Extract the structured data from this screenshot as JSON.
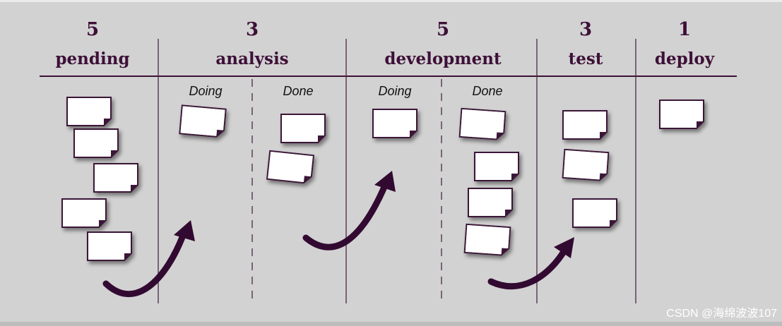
{
  "columns": [
    {
      "wip": "5",
      "name": "pending"
    },
    {
      "wip": "3",
      "name": "analysis",
      "sub": [
        "Doing",
        "Done"
      ]
    },
    {
      "wip": "5",
      "name": "development",
      "sub": [
        "Doing",
        "Done"
      ]
    },
    {
      "wip": "3",
      "name": "test"
    },
    {
      "wip": "1",
      "name": "deploy"
    }
  ],
  "watermark": "CSDN @海绵波波107",
  "colors": {
    "accent": "#3d1038",
    "board": "#d2d2d2",
    "card": "#ffffff"
  }
}
